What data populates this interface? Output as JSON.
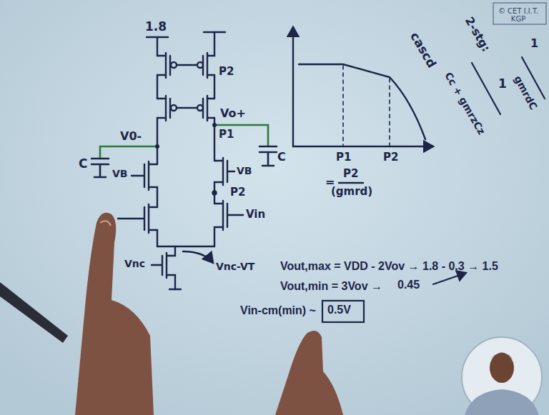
{
  "diagram": {
    "labels": [
      "1.8",
      "V0-",
      "C",
      "VB",
      "Vo+",
      "P2",
      "P1",
      "VB",
      "C",
      "P2",
      "Vin",
      "Vnc",
      "Vnc-VT",
      "P1",
      "=",
      "P2",
      "(gmrd)",
      "P2",
      "cascd",
      "2-stg:",
      "1",
      "Cc + gmrzCz",
      "1",
      "gmrdC",
      "Vout,max = VDD - 2Vov → 1.8 - 0.3 → 1.5",
      "Vout,min = 3Vov →",
      "0.45",
      "Vin-cm(min) ~",
      "0.5V",
      "© CET I.I.T. KGP"
    ]
  }
}
